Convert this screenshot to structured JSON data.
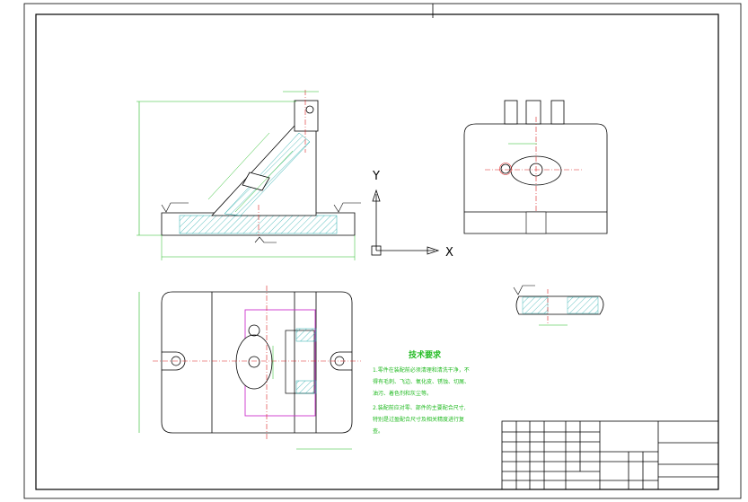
{
  "drawing": {
    "axis_labels": {
      "y": "Y",
      "x": "X"
    },
    "tech_requirements": {
      "title": "技术要求",
      "line1": "1.零件在装配前必须清理和清洗干净，不",
      "line2": "得有毛刺、飞边、氧化皮、锈蚀、切屑、",
      "line3": "油污、着色剂和灰尘等。",
      "line4": "2.装配前应对零、部件的主要配合尺寸,",
      "line5": "特别是过盈配合尺寸及相关精度进行复",
      "line6": "查。"
    }
  },
  "colors": {
    "outline": "#000000",
    "dimension": "#22bb22",
    "hatch": "#22aaaa",
    "center": "#dd2222",
    "highlight": "#cc33cc"
  }
}
